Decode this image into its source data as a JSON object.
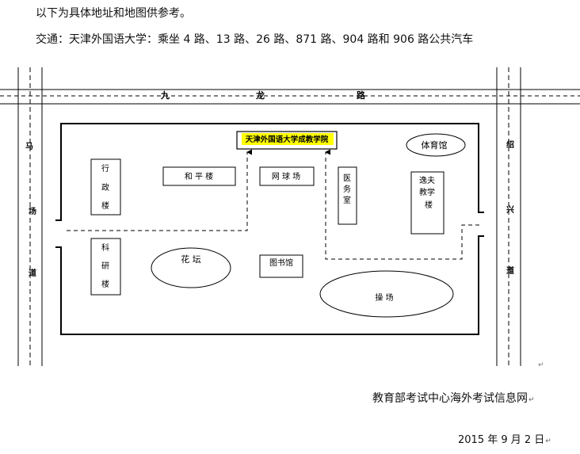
{
  "intro_text": "以下为具体地址和地图供参考。",
  "transport_text": "交通：天津外国语大学：乘坐 4 路、13 路、26 路、871 路、904 路和 906 路公共汽车",
  "map": {
    "roads": {
      "top": [
        "九",
        "龙",
        "路"
      ],
      "left": [
        "马",
        "场",
        "道"
      ],
      "right": [
        "绍",
        "兴",
        "道"
      ]
    },
    "buildings": {
      "destination": "天津外国语大学成教学院",
      "sports_hall": "体育馆",
      "admin": [
        "行",
        "政",
        "楼"
      ],
      "heping": "和  平  楼",
      "tennis": "网  球  场",
      "clinic": [
        "医",
        "务",
        "室"
      ],
      "yifu": [
        "逸夫",
        "教学",
        "楼"
      ],
      "science": [
        "科",
        "研",
        "楼"
      ],
      "flower": "花  坛",
      "library": "图书馆",
      "playground": "操      场"
    },
    "highlight_color": "#ffff00",
    "line_color": "#000000"
  },
  "return_mark": "↵",
  "footer": {
    "org": "教育部考试中心海外考试信息网",
    "date": "2015 年 9 月 2 日"
  }
}
